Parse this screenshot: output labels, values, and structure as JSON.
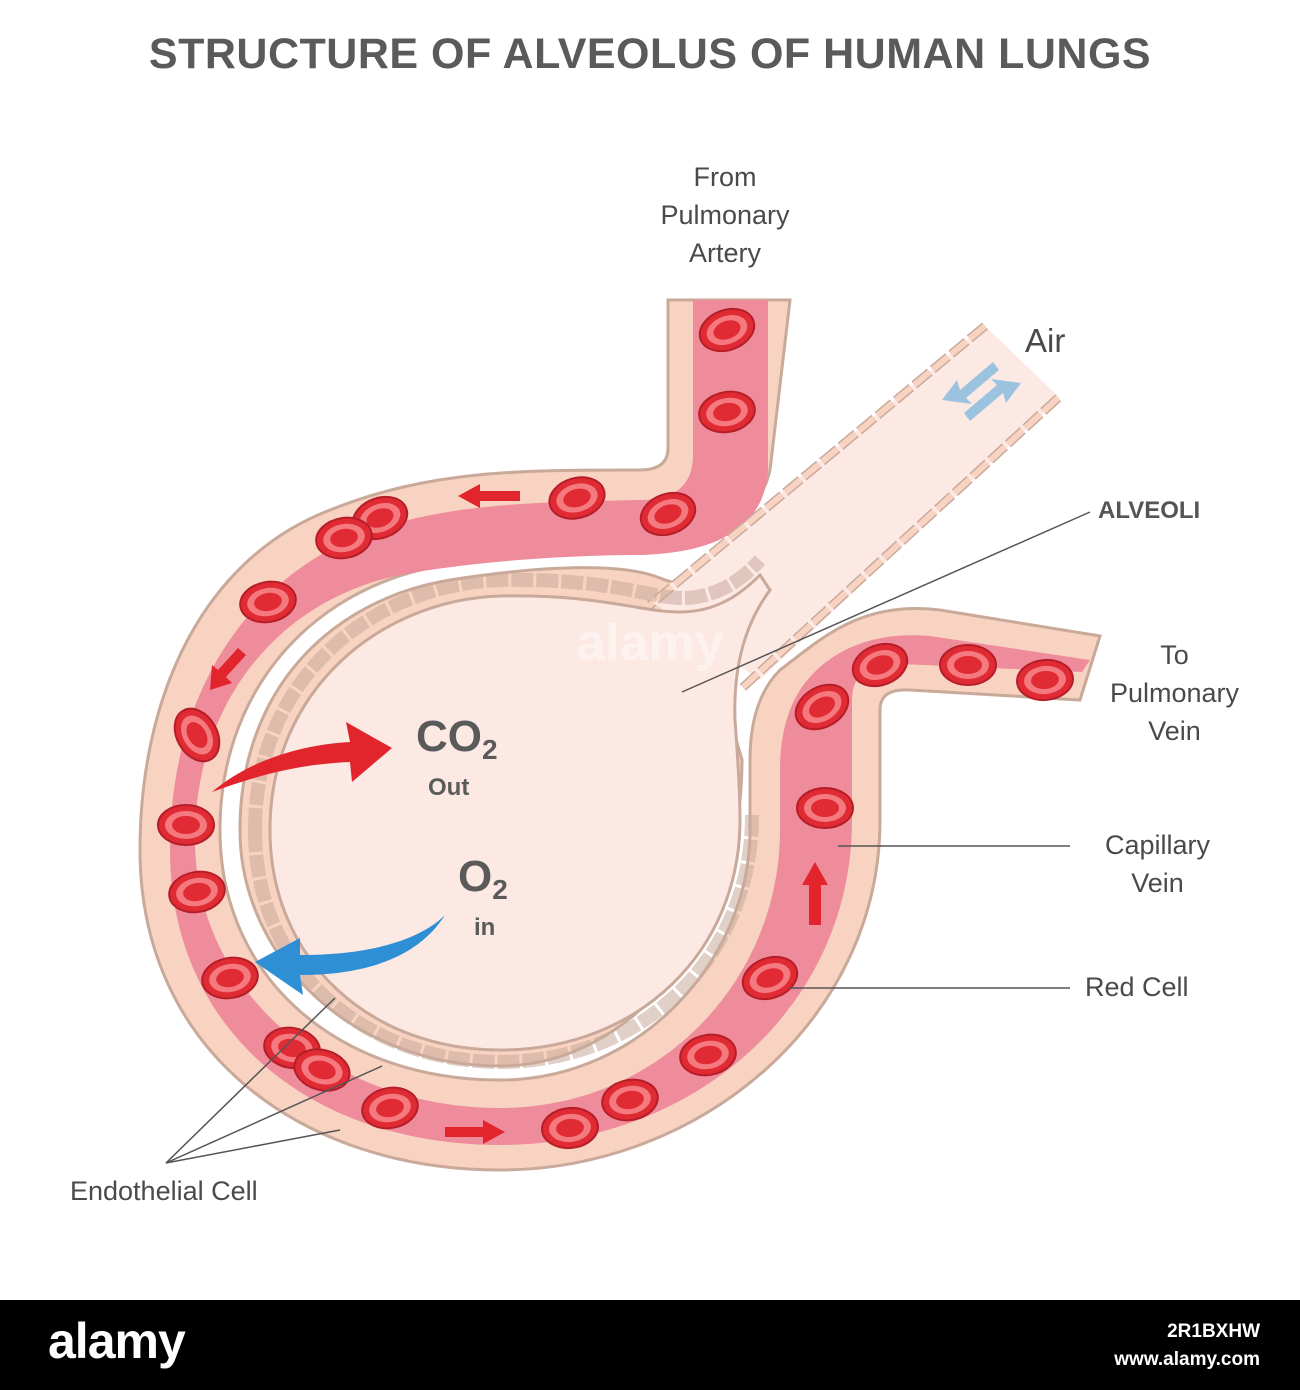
{
  "title": "STRUCTURE OF ALVEOLUS OF HUMAN LUNGS",
  "labels": {
    "from_artery": [
      "From",
      "Pulmonary",
      "Artery"
    ],
    "air": "Air",
    "alveoli": "ALVEOLI",
    "to_vein": [
      "To",
      "Pulmonary",
      "Vein"
    ],
    "capillary_vein": [
      "Capillary",
      "Vein"
    ],
    "red_cell": "Red Cell",
    "endothelial_cell": "Endothelial Cell"
  },
  "gases": {
    "co2_formula": "CO",
    "co2_sub": "2",
    "co2_direction": "Out",
    "o2_formula": "O",
    "o2_sub": "2",
    "o2_direction": "in"
  },
  "watermark": {
    "brand": "alamy",
    "image_id": "2R1BXHW",
    "site": "www.alamy.com"
  },
  "colors": {
    "vessel_wall": "#f8d3c2",
    "cell_outline": "#c9a99a",
    "blood": "#ee8c9c",
    "alveolus": "#fde9e4",
    "red_cell": "#e02b35",
    "co2_arrow": "#e2252d",
    "o2_arrow": "#2f8fd4",
    "air_arrow": "#9bc2de",
    "text": "#4a4a4a"
  }
}
